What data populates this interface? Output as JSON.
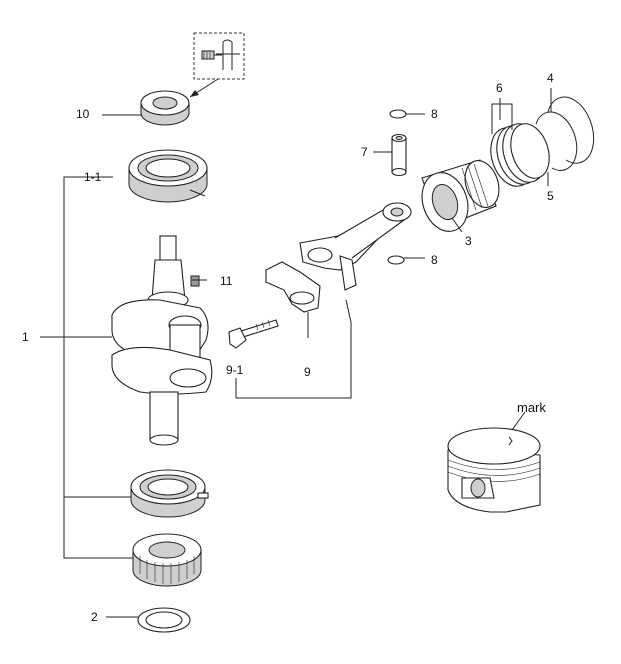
{
  "labels": {
    "p1": "1",
    "p1_1": "1-1",
    "p2": "2",
    "p3": "3",
    "p4": "4",
    "p5": "5",
    "p6": "6",
    "p7": "7",
    "p8_top": "8",
    "p8_bottom": "8",
    "p9": "9",
    "p9_1": "9-1",
    "p10": "10",
    "p11": "11",
    "mark": "mark"
  }
}
